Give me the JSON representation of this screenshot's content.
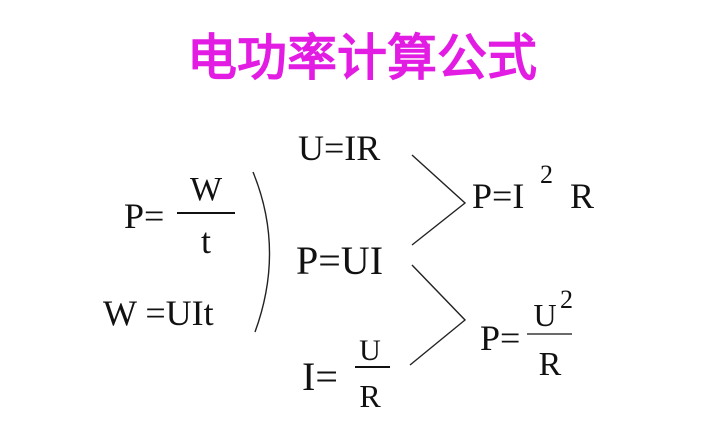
{
  "title": "电功率计算公式",
  "colors": {
    "title": "#e31ce3",
    "text": "#111111"
  },
  "formulas": {
    "p_def": {
      "lhs": "P=",
      "num": "W",
      "den": "t"
    },
    "w_def": {
      "text": "W =UIt"
    },
    "p_ui": {
      "text": "P=UI"
    },
    "ohm_u": {
      "text": "U=IR"
    },
    "ohm_i": {
      "lhs": "I=",
      "num": "U",
      "den": "R"
    },
    "p_i2r": {
      "lhs": "P=I",
      "exp": "2",
      "rhs": "R"
    },
    "p_u2r": {
      "lhs": "P=",
      "num": "U",
      "exp": "2",
      "den": "R"
    }
  }
}
